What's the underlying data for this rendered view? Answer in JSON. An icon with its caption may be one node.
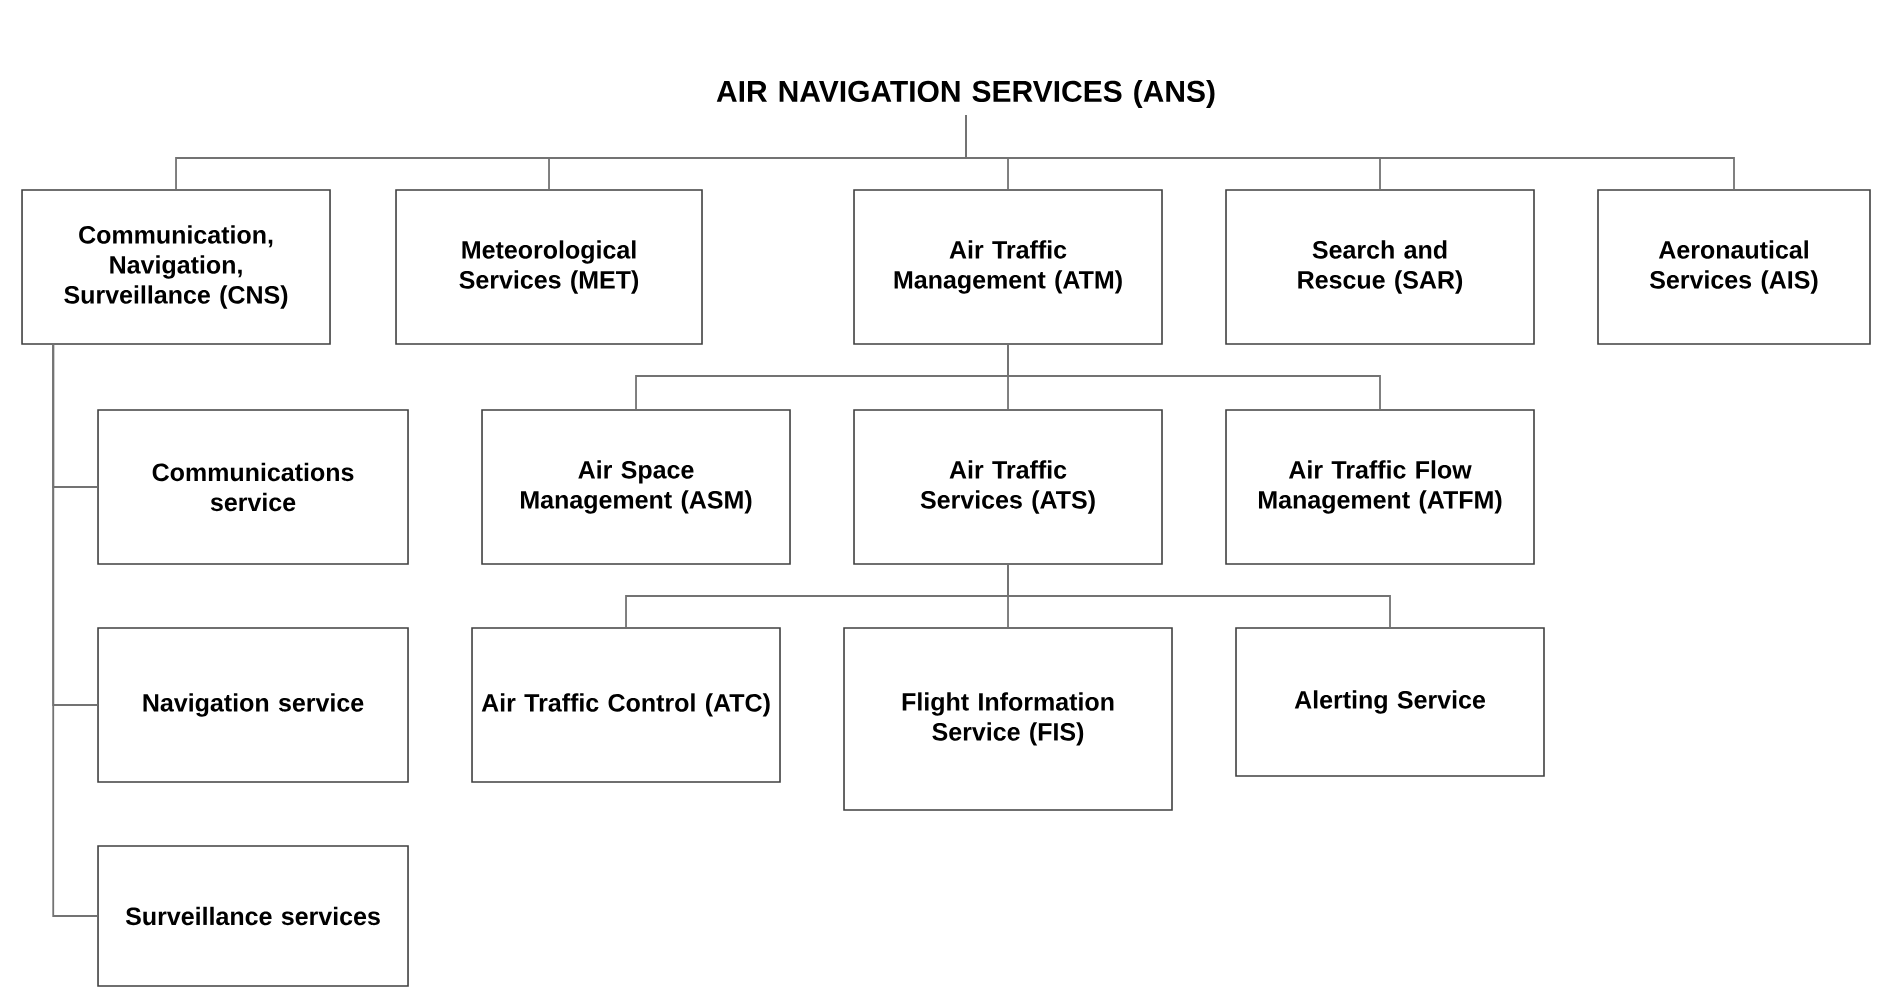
{
  "diagram": {
    "nodes": [
      {
        "text": [
          "AIR NAVIGATION SERVICES (ANS)"
        ]
      },
      {
        "text": [
          "Communication, Navigation, Surveillance (CNS)"
        ]
      },
      {
        "text": [
          "Meteorological Services (MET)"
        ]
      },
      {
        "text": [
          "Air Traffic Management (ATM)"
        ]
      },
      {
        "text": [
          "Search and Rescue (SAR)"
        ]
      },
      {
        "text": [
          "Aeronautical Services (AIS)"
        ]
      },
      {
        "text": [
          "Communications service"
        ]
      },
      {
        "text": [
          "Navigation service"
        ]
      },
      {
        "text": [
          "Surveillance services"
        ]
      },
      {
        "text": [
          "Air Space Management (ASM)"
        ]
      },
      {
        "text": [
          "Air Traffic Services (ATS)"
        ]
      },
      {
        "text": [
          "Air Traffic Flow Management (ATFM)"
        ]
      },
      {
        "text": [
          "Air Traffic Control (ATC)"
        ]
      },
      {
        "text": [
          "Flight Information Service (FIS)"
        ]
      },
      {
        "text": [
          "Alerting Service"
        ]
      }
    ],
    "edges": [
      {
        "from": 0,
        "to": 1,
        "arrow": "none"
      },
      {
        "from": 0,
        "to": 2,
        "arrow": "none"
      },
      {
        "from": 0,
        "to": 3,
        "arrow": "none"
      },
      {
        "from": 0,
        "to": 4,
        "arrow": "none"
      },
      {
        "from": 0,
        "to": 5,
        "arrow": "none"
      },
      {
        "from": 1,
        "to": 6,
        "arrow": "none"
      },
      {
        "from": 1,
        "to": 7,
        "arrow": "none"
      },
      {
        "from": 1,
        "to": 8,
        "arrow": "none"
      },
      {
        "from": 3,
        "to": 9,
        "arrow": "none"
      },
      {
        "from": 3,
        "to": 10,
        "arrow": "none"
      },
      {
        "from": 3,
        "to": 11,
        "arrow": "none"
      },
      {
        "from": 10,
        "to": 12,
        "arrow": "none"
      },
      {
        "from": 10,
        "to": 13,
        "arrow": "none"
      },
      {
        "from": 10,
        "to": 14,
        "arrow": "none"
      }
    ]
  }
}
